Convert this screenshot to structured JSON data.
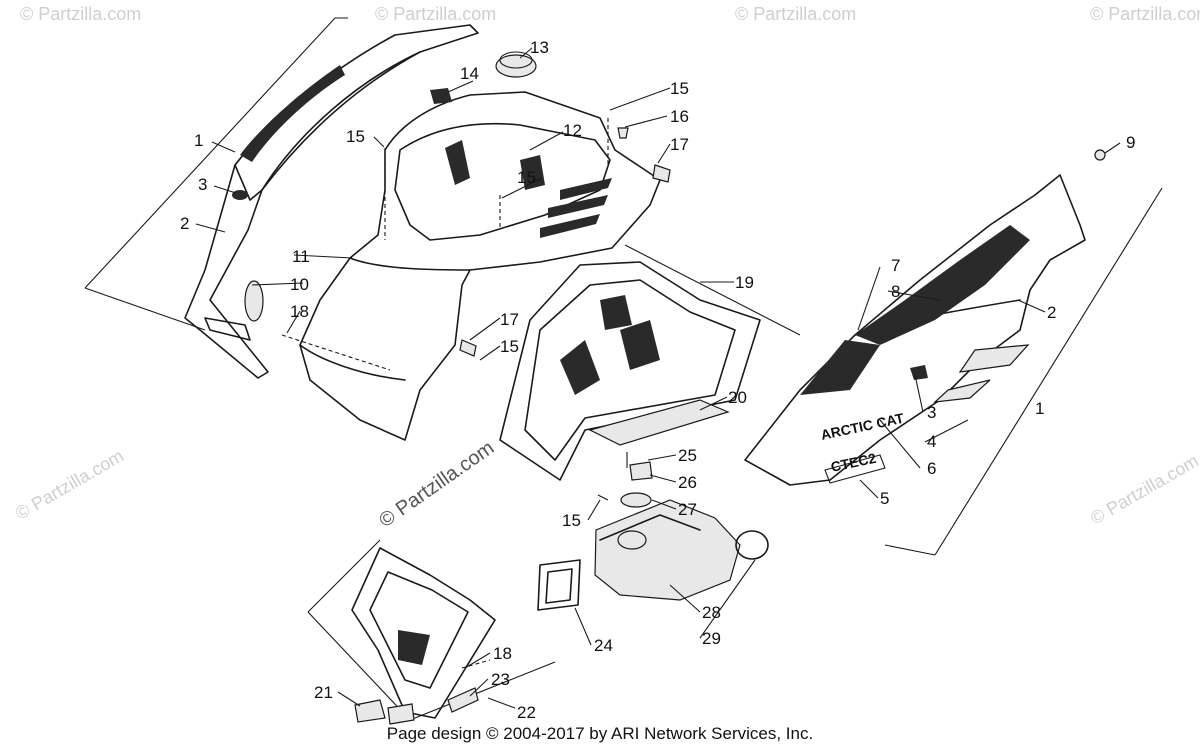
{
  "watermarks": {
    "corner": "© Partzilla.com",
    "center": "© Partzilla.com"
  },
  "decals": {
    "brand": "ARCTIC CAT",
    "badge": "CTEC2"
  },
  "callouts": [
    "1",
    "2",
    "3",
    "4",
    "5",
    "6",
    "7",
    "8",
    "9",
    "10",
    "11",
    "12",
    "13",
    "14",
    "15",
    "16",
    "17",
    "18",
    "19",
    "20",
    "21",
    "22",
    "23",
    "24",
    "25",
    "26",
    "27",
    "28",
    "29"
  ],
  "footer": "Page design © 2004-2017 by ARI Network Services, Inc."
}
